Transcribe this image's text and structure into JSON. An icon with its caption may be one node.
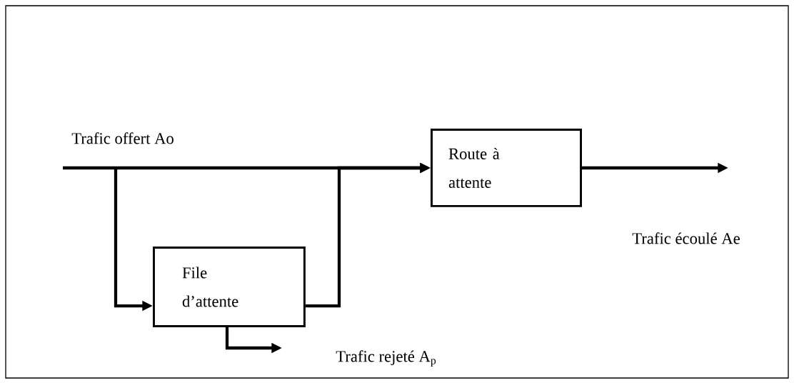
{
  "diagram": {
    "nodes": [
      {
        "text": [
          "Route à attente"
        ]
      },
      {
        "text": [
          "File d’attente"
        ]
      }
    ],
    "edges": [
      {
        "from": null,
        "to": 0,
        "arrow": "to"
      },
      {
        "from": null,
        "to": 1,
        "arrow": "to"
      },
      {
        "from": 1,
        "to": 0,
        "arrow": "to"
      },
      {
        "from": 0,
        "to": null,
        "arrow": "to"
      },
      {
        "from": 1,
        "to": null,
        "arrow": "to"
      }
    ],
    "labels": [
      "Trafic offert Ao",
      "Trafic écoulé Ae",
      "Trafic rejeté A$_{p}$"
    ]
  }
}
